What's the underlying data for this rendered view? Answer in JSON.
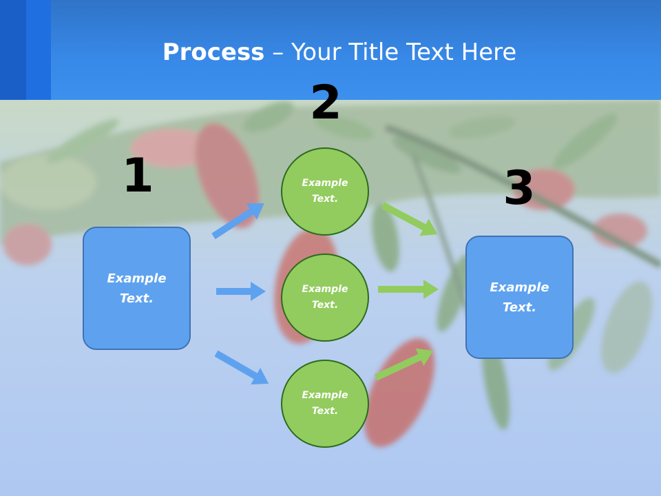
{
  "slide": {
    "title_bold": "Process",
    "title_rest": " – Your Title Text Here",
    "steps": [
      "1",
      "2",
      "3"
    ],
    "left_box": "Example Text.",
    "right_box": "Example Text.",
    "circles": [
      "Example Text.",
      "Example Text.",
      "Example Text."
    ]
  },
  "colors": {
    "header": "#3889e8",
    "box_fill": "#5ea2ef",
    "circle_fill": "#92cc5e",
    "blue_arrow": "#5ea2ef",
    "green_arrow": "#92cc5e"
  }
}
